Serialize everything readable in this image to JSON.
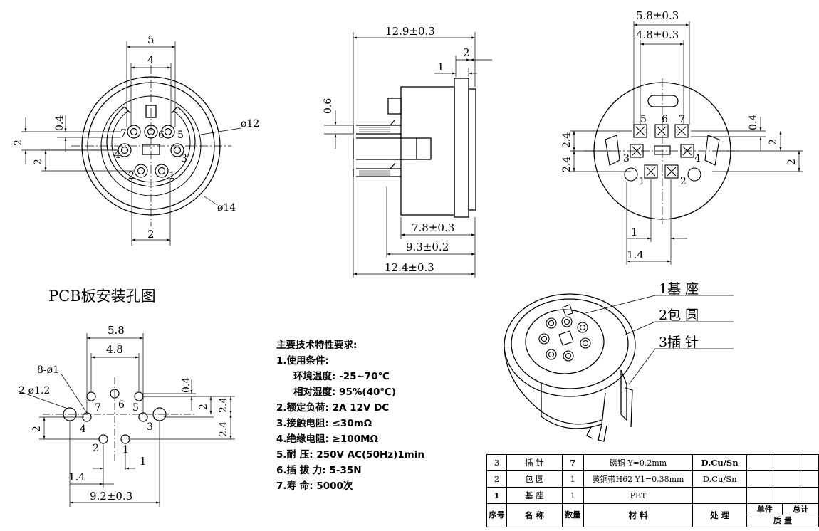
{
  "front_view": {
    "dims": [
      "5",
      "4",
      "2",
      "0.4",
      "2",
      "2",
      "ø12",
      "ø14"
    ],
    "pins": [
      "7",
      "6",
      "5",
      "4",
      "3",
      "2",
      "1"
    ]
  },
  "side_view": {
    "dims": [
      "12.9±0.3",
      "2",
      "1",
      "0.6",
      "7.8±0.3",
      "9.3±0.2",
      "12.4±0.3"
    ]
  },
  "rear_view": {
    "dims": [
      "5.8±0.3",
      "4.8±0.3",
      "0.4",
      "2.4",
      "2.4",
      "2",
      "2",
      "1",
      "1.4"
    ],
    "pins": [
      "5",
      "6",
      "7",
      "3",
      "4",
      "1",
      "2"
    ]
  },
  "pcb_layout": {
    "title": "PCB板安装孔图",
    "dims": [
      "5.8",
      "4.8",
      "8-ø1",
      "2-ø1.2",
      "0.4",
      "2",
      "2.4",
      "2.4",
      "2",
      "1.4",
      "1",
      "9.2±0.3"
    ],
    "pins": [
      "7",
      "6",
      "5",
      "4",
      "3",
      "2",
      "1"
    ]
  },
  "callouts": [
    "1基  座",
    "2包  圆",
    "3插  针"
  ],
  "spec": {
    "title": "主要技术特性要求:",
    "lines": [
      "1.使用条件:",
      "环境温度: -25~70℃",
      "相对湿度: 95%(40℃)",
      "2.额定负荷: 2A 12V DC",
      "3.接触电阻: ≤30mΩ",
      "4.绝缘电阻: ≥100MΩ",
      "5.耐    压: 250V AC(50Hz)1min",
      "6.插 拔 力: 5-35N",
      "7.寿    命: 5000次"
    ]
  },
  "bom": {
    "rows": [
      {
        "no": "3",
        "name": "插  针",
        "qty": "7",
        "material": "磷铜 Y=0.2mm",
        "treatment": "D.Cu/Sn"
      },
      {
        "no": "2",
        "name": "包  圆",
        "qty": "1",
        "material": "黄铜带H62 Y1=0.38mm",
        "treatment": "D.Cu/Sn"
      },
      {
        "no": "1",
        "name": "基  座",
        "qty": "1",
        "material": "PBT",
        "treatment": ""
      }
    ],
    "header": {
      "no": "序号",
      "name": "名  称",
      "qty": "数量",
      "material": "材  料",
      "treatment": "处  理",
      "unit": "单件",
      "total": "总计",
      "mass": "质  量"
    }
  }
}
